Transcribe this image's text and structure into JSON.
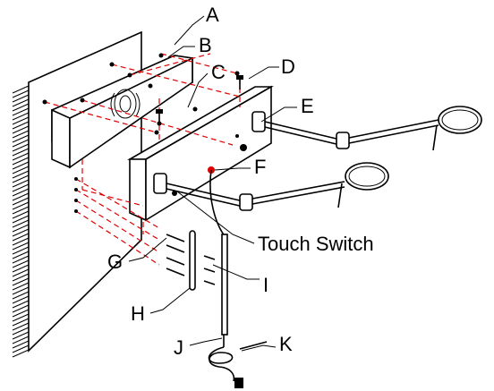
{
  "labels": {
    "A": "A",
    "B": "B",
    "C": "C",
    "D": "D",
    "E": "E",
    "F": "F",
    "G": "G",
    "H": "H",
    "I": "I",
    "J": "J",
    "K": "K",
    "touch_switch": "Touch Switch"
  }
}
